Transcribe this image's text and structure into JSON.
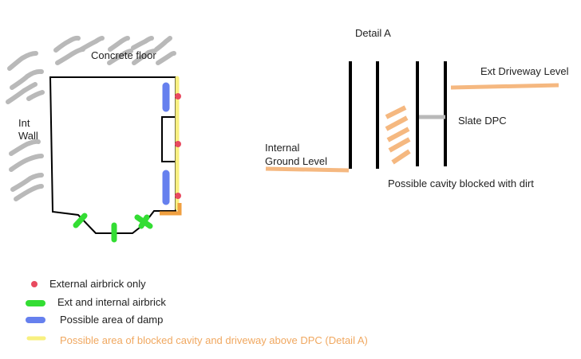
{
  "colors": {
    "hatch": "#b9b9b9",
    "wall": "#000000",
    "airbrick_ext": "#e84a5f",
    "airbrick_both": "#33dd33",
    "damp": "#6680ee",
    "blocked_cavity": "#f8f080",
    "ground": "#f5b880",
    "dpc": "#b9b9b9",
    "dirt": "#f5b880",
    "corner": "#f0a040",
    "legend_orange_text": "#f0a860"
  },
  "plan": {
    "concrete_floor_label": "Concrete floor",
    "int_wall_label_line1": "Int",
    "int_wall_label_line2": "Wall"
  },
  "detail": {
    "title": "Detail A",
    "ext_driveway_label": "Ext Driveway Level",
    "slate_dpc_label": "Slate DPC",
    "internal_ground_line1": "Internal",
    "internal_ground_line2": "Ground Level",
    "cavity_label": "Possible cavity blocked with dirt"
  },
  "legend": {
    "ext_airbrick": "External airbrick only",
    "ext_int_airbrick": "Ext and internal airbrick",
    "damp": "Possible area of damp",
    "blocked": "Possible area of blocked cavity and driveway above DPC (Detail A)"
  }
}
